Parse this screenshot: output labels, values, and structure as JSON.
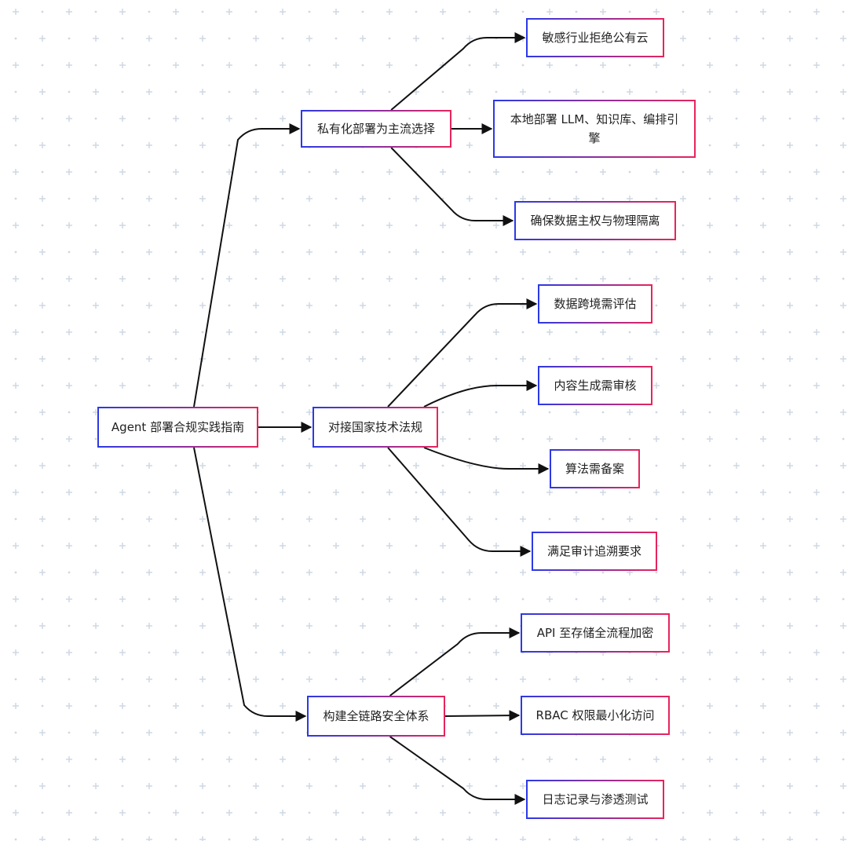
{
  "root": {
    "label": "Agent 部署合规实践指南"
  },
  "branches": [
    {
      "label": "私有化部署为主流选择",
      "leaves": [
        "敏感行业拒绝公有云",
        "本地部署 LLM、知识库、编排引擎",
        "确保数据主权与物理隔离"
      ]
    },
    {
      "label": "对接国家技术法规",
      "leaves": [
        "数据跨境需评估",
        "内容生成需审核",
        "算法需备案",
        "满足审计追溯要求"
      ]
    },
    {
      "label": "构建全链路安全体系",
      "leaves": [
        "API 至存储全流程加密",
        "RBAC 权限最小化访问",
        "日志记录与渗透测试"
      ]
    }
  ],
  "colors": {
    "border_start": "#2b39e6",
    "border_end": "#e8245c",
    "edge": "#111111",
    "grid": "#cfd8e3"
  }
}
